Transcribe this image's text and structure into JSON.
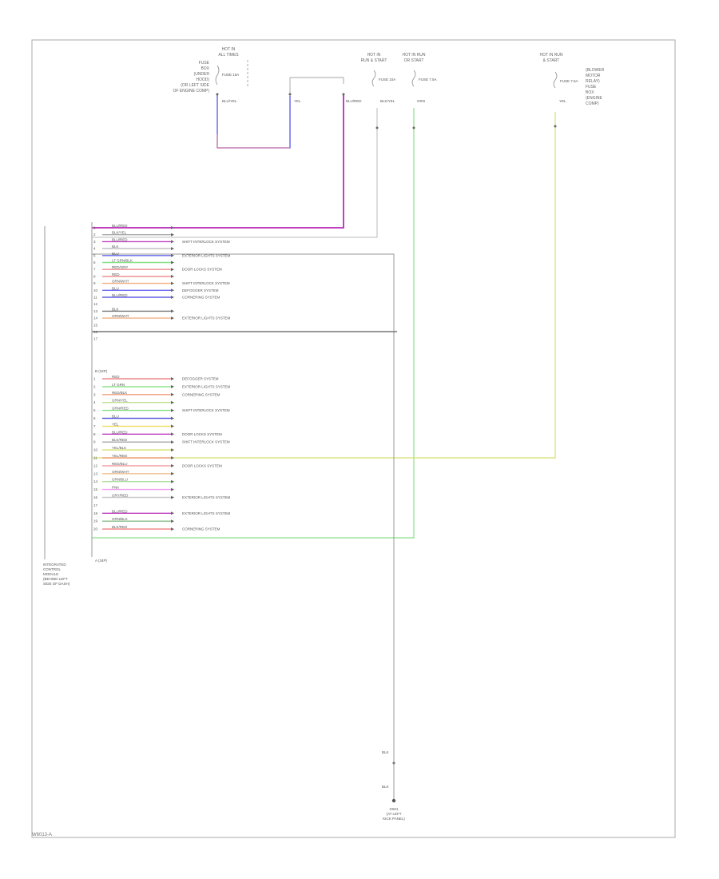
{
  "footer_code": "W6013-A",
  "top_labels": {
    "fuse_left": [
      "HOT IN",
      "ALL TIMES"
    ],
    "fuse_left_desc": [
      "FUSE",
      "BOX",
      "(UNDER",
      "HOOD)",
      "(OR LEFT SIDE",
      "OF ENGINE COMP)"
    ],
    "fuse_mid1": [
      "HOT IN",
      "RUN & START"
    ],
    "fuse_mid2": [
      "HOT IN RUN",
      "OR START"
    ],
    "fuse_right": [
      "HOT IN RUN",
      "& START"
    ],
    "fuse_right_desc": [
      "(BLOWER",
      "MOTOR",
      "RELAY)",
      "FUSE",
      "BOX",
      "(ENGINE",
      "COMP)"
    ],
    "fuse_ratings": [
      "FUSE 15A",
      "FUSE 10A",
      "FUSE 7.5A",
      "FUSE 7.5A"
    ]
  },
  "top_wires": [
    {
      "label": "BLU/YEL",
      "color": "#6a6af0"
    },
    {
      "label": "YEL",
      "color": "#6a6af0"
    },
    {
      "label": "BLU/RED",
      "color": "#c040c0"
    },
    {
      "label": "BLK/YEL",
      "color": "#999999"
    },
    {
      "label": "GRN",
      "color": "#88e088"
    },
    {
      "label": "YEL",
      "color": "#d8e070"
    }
  ],
  "module_label": [
    "INTEGRATED",
    "CONTROL",
    "MODULE",
    "(BEHIND LEFT",
    "SIDE OF DASH)"
  ],
  "connector_a": "A (34P)",
  "connector_b": "B (32P)",
  "ground": {
    "code": "G501",
    "desc": [
      "(AT LEFT",
      "KICK PANEL)"
    ]
  },
  "pins": [
    {
      "n": "1",
      "wire": "BLU/RED",
      "color": "#c040c0",
      "dest": ""
    },
    {
      "n": "2",
      "wire": "BLK/YEL",
      "color": "#aaaaaa",
      "dest": ""
    },
    {
      "n": "3",
      "wire": "BLU/RED",
      "color": "#c040c0",
      "dest": "SHIFT INTERLOCK SYSTEM"
    },
    {
      "n": "4",
      "wire": "BLK",
      "color": "#bbbbbb",
      "dest": ""
    },
    {
      "n": "5",
      "wire": "BLU",
      "color": "#6a6af0",
      "dest": "EXTERIOR LIGHTS SYSTEM"
    },
    {
      "n": "6",
      "wire": "LT GRN/BLK",
      "color": "#88e088",
      "dest": ""
    },
    {
      "n": "7",
      "wire": "RED/GRY",
      "color": "#ee8888",
      "dest": "DOOR LOCKS SYSTEM"
    },
    {
      "n": "8",
      "wire": "RED",
      "color": "#ee8888",
      "dest": ""
    },
    {
      "n": "9",
      "wire": "ORN/WHT",
      "color": "#f0b080",
      "dest": "SHIFT INTERLOCK SYSTEM"
    },
    {
      "n": "10",
      "wire": "BLU",
      "color": "#6a6af0",
      "dest": "DEFOGGER SYSTEM"
    },
    {
      "n": "11",
      "wire": "BLU/RED",
      "color": "#6060e0",
      "dest": "CORNERING SYSTEM"
    },
    {
      "n": "12",
      "wire": "",
      "color": "",
      "dest": ""
    },
    {
      "n": "13",
      "wire": "BLK",
      "color": "#777777",
      "dest": ""
    },
    {
      "n": "14",
      "wire": "ORN/WHT",
      "color": "#f0b080",
      "dest": "EXTERIOR LIGHTS SYSTEM"
    },
    {
      "n": "15",
      "wire": "",
      "color": "",
      "dest": ""
    },
    {
      "n": "16",
      "wire": "",
      "color": "",
      "dest": ""
    },
    {
      "n": "17",
      "wire": "",
      "color": "",
      "dest": ""
    },
    {
      "n": "1",
      "wire": "RED",
      "color": "#ee8888",
      "dest": "DEFOGGER SYSTEM"
    },
    {
      "n": "2",
      "wire": "LT GRN",
      "color": "#88e088",
      "dest": "EXTERIOR LIGHTS SYSTEM"
    },
    {
      "n": "3",
      "wire": "RED/BLK",
      "color": "#f0a080",
      "dest": "CORNERING SYSTEM"
    },
    {
      "n": "4",
      "wire": "GRN/YEL",
      "color": "#c0e090",
      "dest": ""
    },
    {
      "n": "5",
      "wire": "GRN/RED",
      "color": "#88e088",
      "dest": "SHIFT INTERLOCK SYSTEM"
    },
    {
      "n": "6",
      "wire": "BLU",
      "color": "#6060e0",
      "dest": ""
    },
    {
      "n": "7",
      "wire": "YEL",
      "color": "#f0e060",
      "dest": ""
    },
    {
      "n": "8",
      "wire": "BLU/RED",
      "color": "#c040c0",
      "dest": "DOOR LOCKS SYSTEM"
    },
    {
      "n": "9",
      "wire": "BLK/RED",
      "color": "#aaaaaa",
      "dest": "SHIFT INTERLOCK SYSTEM"
    },
    {
      "n": "10",
      "wire": "YEL/BLK",
      "color": "#d8e070",
      "dest": ""
    },
    {
      "n": "11",
      "wire": "YEL/RED",
      "color": "#f0a080",
      "dest": ""
    },
    {
      "n": "12",
      "wire": "RED/BLU",
      "color": "#f0a0a0",
      "dest": "DOOR LOCKS SYSTEM"
    },
    {
      "n": "13",
      "wire": "ORN/WHT",
      "color": "#f0c090",
      "dest": ""
    },
    {
      "n": "14",
      "wire": "GRN/BLU",
      "color": "#b0e0a0",
      "dest": ""
    },
    {
      "n": "15",
      "wire": "PNK",
      "color": "#f0a0f0",
      "dest": ""
    },
    {
      "n": "16",
      "wire": "GRY/RED",
      "color": "#cccccc",
      "dest": "EXTERIOR LIGHTS SYSTEM"
    },
    {
      "n": "17",
      "wire": "",
      "color": "",
      "dest": ""
    },
    {
      "n": "18",
      "wire": "BLU/RED",
      "color": "#c040c0",
      "dest": "EXTERIOR LIGHTS SYSTEM"
    },
    {
      "n": "19",
      "wire": "GRN/BLK",
      "color": "#88c088",
      "dest": ""
    },
    {
      "n": "20",
      "wire": "BLK/RED",
      "color": "#f08080",
      "dest": "CORNERING SYSTEM"
    }
  ]
}
